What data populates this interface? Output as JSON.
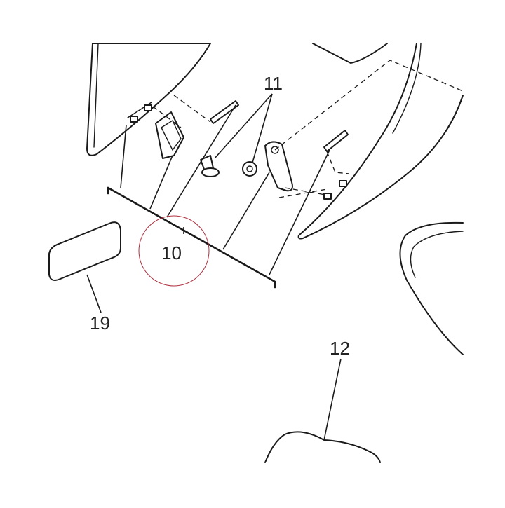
{
  "labels": {
    "part_10": "10",
    "part_11": "11",
    "part_12": "12",
    "part_19": "19"
  },
  "colors": {
    "line": "#1a1a1a",
    "highlight_circle": "#b03040",
    "background": "#ffffff"
  }
}
